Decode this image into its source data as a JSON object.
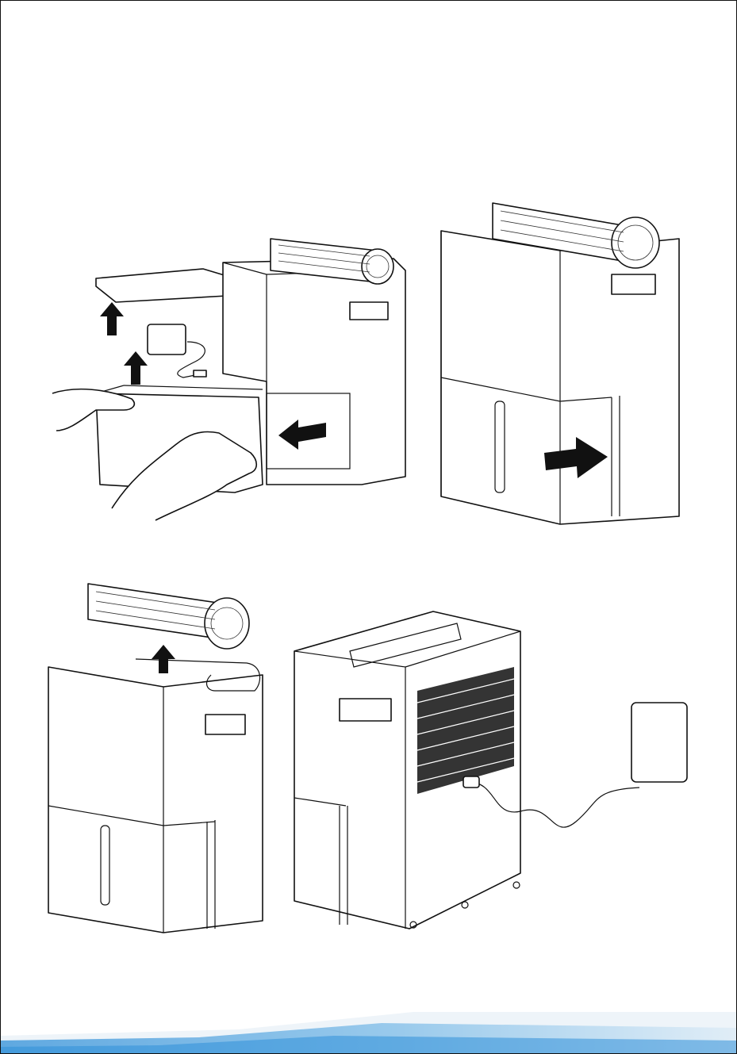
{
  "figures": [
    {
      "id": "fig-remove-water-tank",
      "arrow_direction": "in-left"
    },
    {
      "id": "fig-insert-water-tank",
      "arrow_direction": "right"
    },
    {
      "id": "fig-lift-filter-cover",
      "arrow_direction": "up"
    },
    {
      "id": "fig-rear-power-adapter",
      "arrow_direction": "none"
    }
  ],
  "colors": {
    "line": "#111111",
    "background": "#ffffff",
    "footer_blue": "#2f8fd8",
    "footer_light": "#dcebf6"
  }
}
